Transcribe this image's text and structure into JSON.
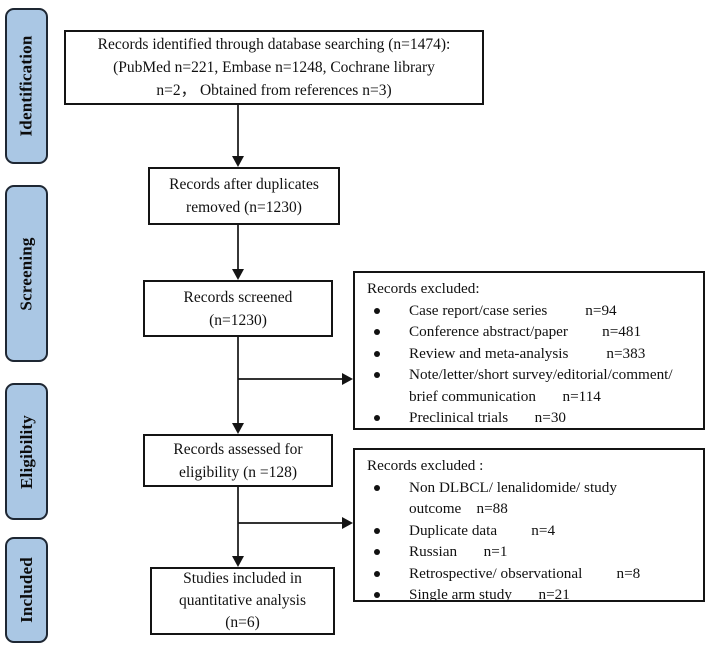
{
  "sidebar": {
    "stages": [
      {
        "label": "Identification"
      },
      {
        "label": "Screening"
      },
      {
        "label": "Eligibility"
      },
      {
        "label": "Included"
      }
    ]
  },
  "flow": {
    "identified": {
      "lines": [
        "Records identified through database searching (n=1474):",
        "(PubMed n=221, Embase n=1248, Cochrane library",
        "n=2， Obtained from references n=3)"
      ]
    },
    "duplicates_removed": {
      "lines": [
        "Records after duplicates",
        "removed (n=1230)"
      ]
    },
    "screened": {
      "lines": [
        "Records screened",
        "(n=1230)"
      ]
    },
    "assessed": {
      "lines": [
        "Records assessed for",
        "eligibility (n =128)"
      ]
    },
    "included": {
      "lines": [
        "Studies included in",
        "quantitative analysis",
        "(n=6)"
      ]
    },
    "excluded_screening": {
      "title": "Records excluded:",
      "items": [
        "Case report/case series          n=94",
        "Conference abstract/paper         n=481",
        "Review and meta-analysis          n=383",
        "Note/letter/short survey/editorial/comment/\nbrief communication       n=114",
        "Preclinical trials       n=30"
      ]
    },
    "excluded_eligibility": {
      "title": "Records excluded :",
      "items": [
        "Non DLBCL/ lenalidomide/ study\noutcome    n=88",
        "Duplicate data         n=4",
        "Russian       n=1",
        "Retrospective/ observational         n=8",
        "Single arm study       n=21"
      ]
    }
  },
  "colors": {
    "stage_fill": "#aac7e4",
    "stage_border": "#1e2733",
    "box_border": "#141414",
    "line_color": "#141414",
    "background": "#ffffff",
    "text": "#111111"
  }
}
